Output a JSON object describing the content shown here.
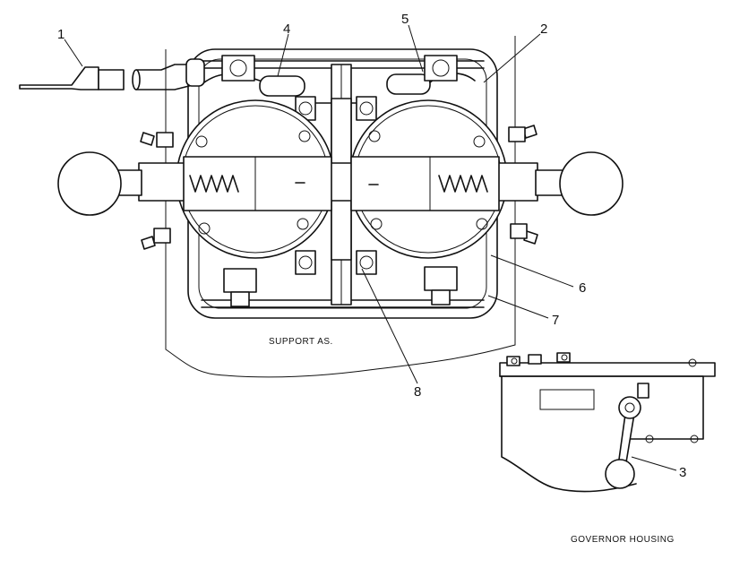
{
  "callouts": {
    "c1": "1",
    "c2": "2",
    "c3": "3",
    "c4": "4",
    "c5": "5",
    "c6": "6",
    "c7": "7",
    "c8": "8"
  },
  "captions": {
    "support": "SUPPORT AS.",
    "governor": "GOVERNOR HOUSING"
  }
}
